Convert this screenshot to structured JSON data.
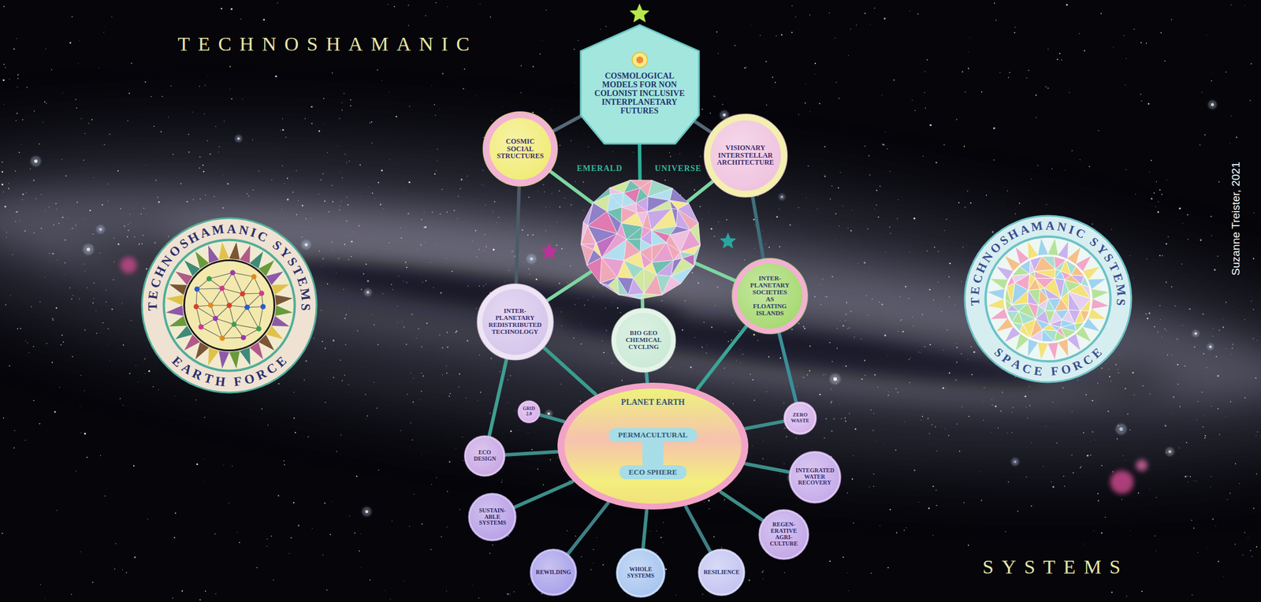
{
  "diagram": {
    "nodes": [
      {
        "text": [
          "TECHNOSHAMANIC SYSTEMS",
          "EARTH FORCE"
        ]
      },
      {
        "text": [
          "COSMOLOGICAL MODELS FOR NON COLONIST INCLUSIVE INTERPLANETARY FUTURES"
        ]
      },
      {
        "text": [
          "COSMIC SOCIAL STRUCTURES"
        ]
      },
      {
        "text": [
          "VISIONARY INTERSTELLAR ARCHITECTURE"
        ]
      },
      {
        "text": [
          "TECHNOSHAMANIC SYSTEMS",
          "SPACE FORCE"
        ]
      },
      {
        "text": [
          "INTER-PLANETARY REDISTRIBUTED TECHNOLOGY"
        ]
      },
      {
        "text": [
          "INTER-PLANETARY SOCIETIES AS FLOATING ISLANDS"
        ]
      },
      {
        "text": [
          "BIO GEO CHEMICAL CYCLING"
        ]
      },
      {
        "text": [
          "GRID 2.0"
        ]
      },
      {
        "text": [
          "ZERO WASTE"
        ]
      },
      {
        "text": [
          "PLANET EARTH"
        ]
      },
      {
        "text": [
          "PERMACULTURAL"
        ],
        "in": 10
      },
      {
        "text": [
          "ECO SPHERE"
        ],
        "in": 10
      },
      {
        "text": [
          "ECO DESIGN"
        ]
      },
      {
        "text": [
          "INTEGRATED WATER RECOVERY"
        ]
      },
      {
        "text": [
          "SUSTAIN-ABLE SYSTEMS"
        ]
      },
      {
        "text": [
          "REGEN-ERATIVE AGRI-CULTURE"
        ]
      },
      {
        "text": [
          "REWILDING"
        ]
      },
      {
        "text": [
          "WHOLE SYSTEMS"
        ]
      },
      {
        "text": [
          "RESILIENCE"
        ]
      }
    ],
    "edges": [
      {
        "from": 1,
        "to": 2,
        "arrow": "none"
      },
      {
        "from": 1,
        "to": 3,
        "arrow": "none"
      },
      {
        "from": 2,
        "to": 5,
        "arrow": "none"
      },
      {
        "from": 3,
        "to": 6,
        "arrow": "none"
      },
      {
        "from": 5,
        "to": 10,
        "arrow": "none"
      },
      {
        "from": 6,
        "to": 10,
        "arrow": "none"
      },
      {
        "from": 7,
        "to": 10,
        "arrow": "none"
      },
      {
        "from": 5,
        "to": 13,
        "arrow": "none"
      },
      {
        "from": 6,
        "to": 9,
        "arrow": "none"
      },
      {
        "from": 8,
        "to": 10,
        "arrow": "none"
      },
      {
        "from": 13,
        "to": 10,
        "arrow": "none"
      },
      {
        "from": 15,
        "to": 10,
        "arrow": "none"
      },
      {
        "from": 17,
        "to": 10,
        "arrow": "none"
      },
      {
        "from": 18,
        "to": 10,
        "arrow": "none"
      },
      {
        "from": 19,
        "to": 10,
        "arrow": "none"
      },
      {
        "from": 16,
        "to": 10,
        "arrow": "none"
      },
      {
        "from": 14,
        "to": 10,
        "arrow": "none"
      },
      {
        "from": 9,
        "to": 10,
        "arrow": "none"
      }
    ],
    "labels": [
      "TECHNOSHAMANIC",
      "EMERALD",
      "UNIVERSE",
      "SYSTEMS",
      "Suzanne Treister, 2021"
    ]
  }
}
